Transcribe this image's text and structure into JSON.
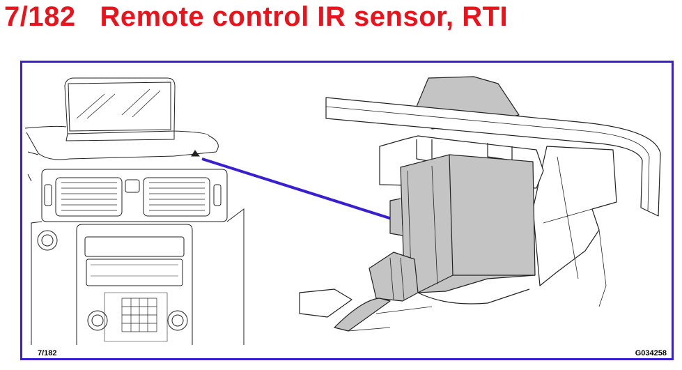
{
  "header": {
    "figure_number": "7/182",
    "title": "Remote control IR sensor, RTI"
  },
  "footer": {
    "left_code": "7/182",
    "right_code": "G034258"
  },
  "colors": {
    "title": "#e8131b",
    "frame": "#3a1fd0",
    "leader": "#3a1fd0",
    "sensor_fill": "#c4c4c4",
    "line": "#222222"
  }
}
